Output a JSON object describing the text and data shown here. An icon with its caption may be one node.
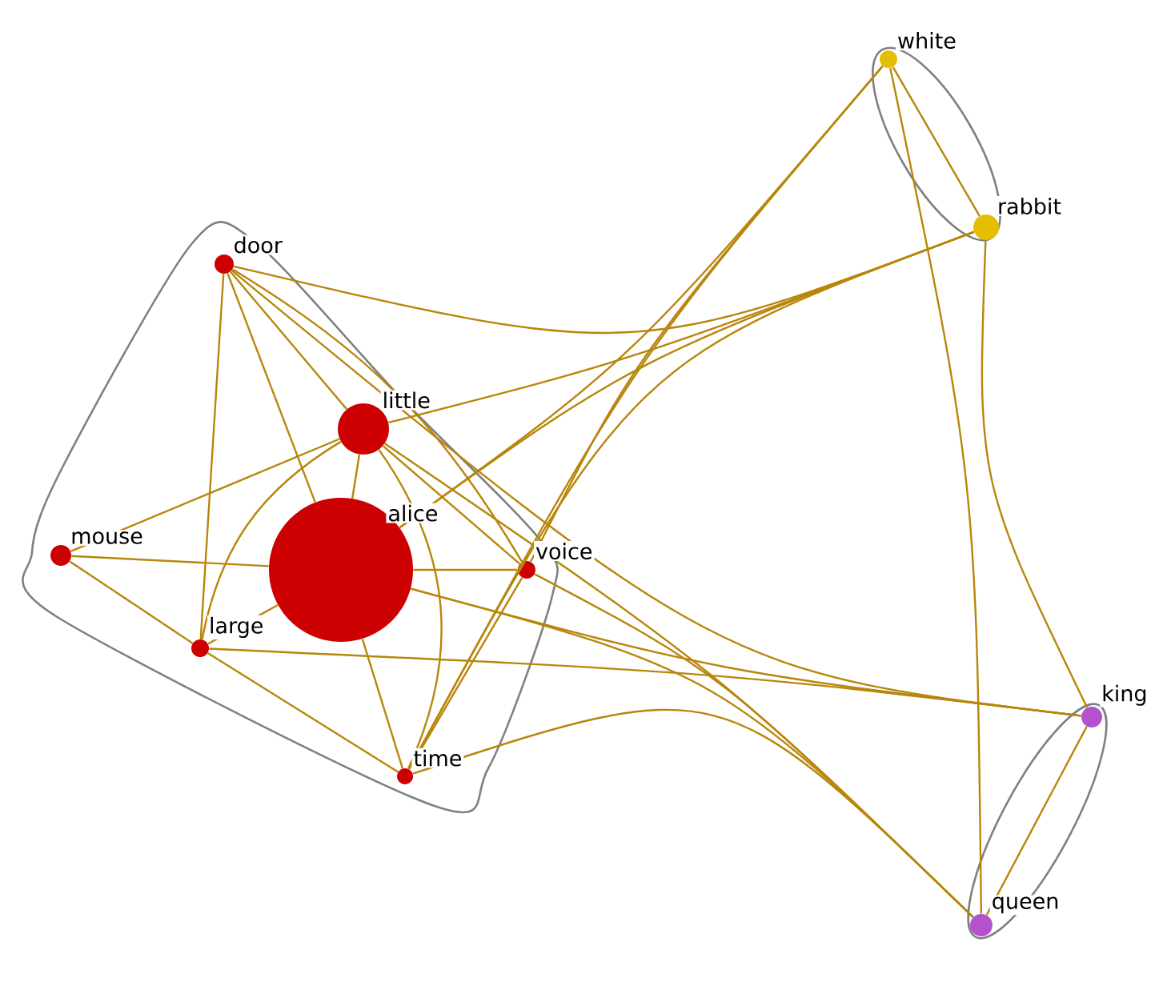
{
  "diagram": {
    "nodes": [
      {
        "text": [],
        "shape": "box"
      },
      {
        "text": [
          "door"
        ],
        "in": 0
      },
      {
        "text": [
          "little"
        ],
        "in": 0
      },
      {
        "text": [
          "mouse"
        ],
        "in": 0
      },
      {
        "text": [
          "alice"
        ],
        "in": 0
      },
      {
        "text": [
          "voice"
        ],
        "in": 0
      },
      {
        "text": [
          "large"
        ],
        "in": 0
      },
      {
        "text": [
          "time"
        ],
        "in": 0
      },
      {
        "text": [],
        "shape": "box"
      },
      {
        "text": [
          "white"
        ],
        "in": 8
      },
      {
        "text": [
          "rabbit"
        ],
        "in": 8
      },
      {
        "text": [],
        "shape": "box"
      },
      {
        "text": [
          "king"
        ],
        "in": 11
      },
      {
        "text": [
          "queen"
        ],
        "in": 11
      }
    ],
    "edges": [
      {
        "from": 1,
        "to": 2,
        "arrow": "none"
      },
      {
        "from": 1,
        "to": 4,
        "arrow": "none"
      },
      {
        "from": 1,
        "to": 6,
        "arrow": "none"
      },
      {
        "from": 1,
        "to": 5,
        "arrow": "none"
      },
      {
        "from": 1,
        "to": 12,
        "arrow": "none"
      },
      {
        "from": 1,
        "to": 10,
        "arrow": "none"
      },
      {
        "from": 2,
        "to": 3,
        "arrow": "none"
      },
      {
        "from": 2,
        "to": 6,
        "arrow": "none"
      },
      {
        "from": 2,
        "to": 4,
        "arrow": "none"
      },
      {
        "from": 2,
        "to": 7,
        "arrow": "none"
      },
      {
        "from": 2,
        "to": 5,
        "arrow": "none"
      },
      {
        "from": 2,
        "to": 13,
        "arrow": "none"
      },
      {
        "from": 2,
        "to": 10,
        "arrow": "none"
      },
      {
        "from": 4,
        "to": 3,
        "arrow": "none"
      },
      {
        "from": 4,
        "to": 6,
        "arrow": "none"
      },
      {
        "from": 4,
        "to": 5,
        "arrow": "none"
      },
      {
        "from": 4,
        "to": 7,
        "arrow": "none"
      },
      {
        "from": 4,
        "to": 12,
        "arrow": "none"
      },
      {
        "from": 4,
        "to": 13,
        "arrow": "none"
      },
      {
        "from": 4,
        "to": 9,
        "arrow": "none"
      },
      {
        "from": 4,
        "to": 10,
        "arrow": "none"
      },
      {
        "from": 3,
        "to": 6,
        "arrow": "none"
      },
      {
        "from": 6,
        "to": 7,
        "arrow": "none"
      },
      {
        "from": 6,
        "to": 12,
        "arrow": "none"
      },
      {
        "from": 5,
        "to": 7,
        "arrow": "none"
      },
      {
        "from": 5,
        "to": 9,
        "arrow": "none"
      },
      {
        "from": 5,
        "to": 13,
        "arrow": "none"
      },
      {
        "from": 7,
        "to": 9,
        "arrow": "none"
      },
      {
        "from": 7,
        "to": 10,
        "arrow": "none"
      },
      {
        "from": 7,
        "to": 13,
        "arrow": "none"
      },
      {
        "from": 9,
        "to": 10,
        "arrow": "none"
      },
      {
        "from": 9,
        "to": 13,
        "arrow": "none"
      },
      {
        "from": 10,
        "to": 12,
        "arrow": "none"
      },
      {
        "from": 12,
        "to": 13,
        "arrow": "none"
      }
    ]
  }
}
